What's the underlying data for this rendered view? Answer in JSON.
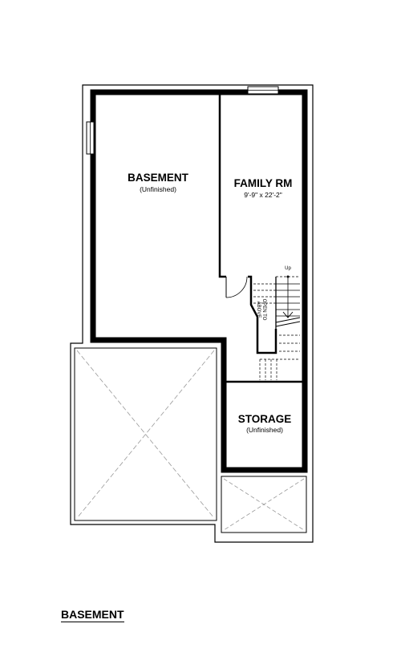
{
  "rooms": {
    "basement": {
      "name": "BASEMENT",
      "note": "(Unfinished)"
    },
    "family_room": {
      "name": "FAMILY RM",
      "dimensions": "9'-9\" x 22'-2\""
    },
    "storage": {
      "name": "STORAGE",
      "note": "(Unfinished)"
    }
  },
  "stairs": {
    "up_label": "Up",
    "open_label_1": "OPEN TO",
    "open_label_2": "ABOVE"
  },
  "plan_title": "BASEMENT"
}
